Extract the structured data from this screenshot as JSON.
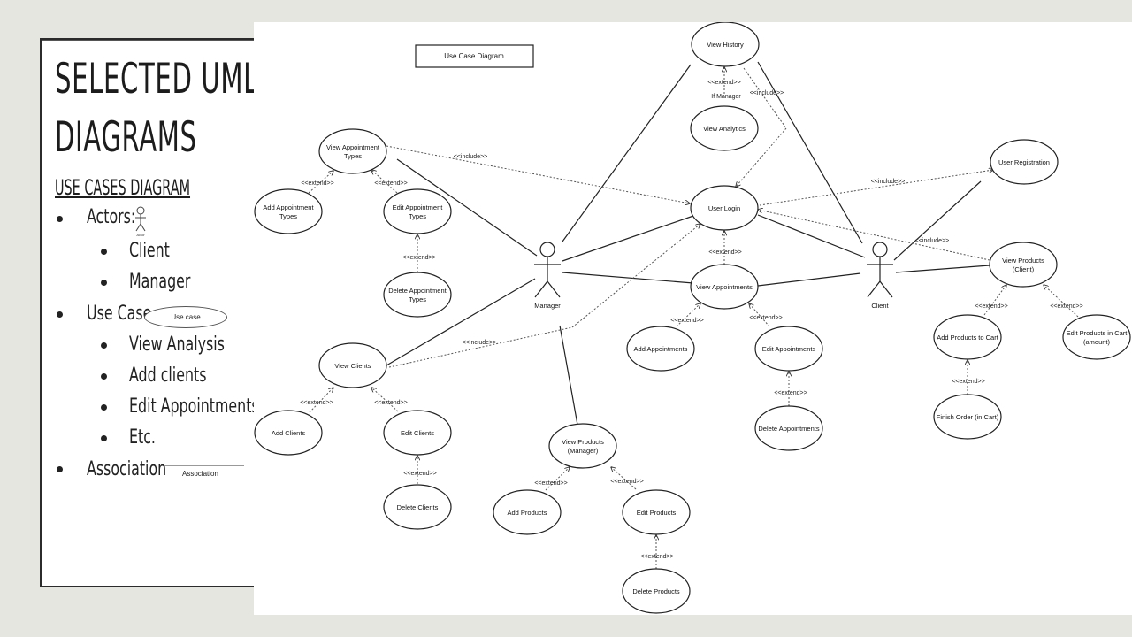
{
  "slide": {
    "title_line1": "Selected UML",
    "title_line2": "Diagrams",
    "subtitle": "Use cases diagram",
    "bullets": {
      "actors": "Actors:",
      "actor_icon_label": "Actor",
      "client": "Client",
      "manager": "Manager",
      "use_case": "Use Case",
      "use_case_shape_label": "Use case",
      "view_analysis": "View Analysis",
      "add_clients": "Add clients",
      "edit_appointments": "Edit Appointments",
      "etc": "Etc.",
      "association": "Association",
      "association_label": "Association"
    }
  },
  "diagram": {
    "title": "Use Case Diagram",
    "actors": {
      "manager": "Manager",
      "client": "Client"
    },
    "use_cases": {
      "view_history": "View History",
      "view_analytics": "View Analytics",
      "view_appointment_types": [
        "View Appointment",
        "Types"
      ],
      "add_appointment_types": [
        "Add Appointment",
        "Types"
      ],
      "edit_appointment_types": [
        "Edit Appointment",
        "Types"
      ],
      "delete_appointment_types": [
        "Delete Appointment",
        "Types"
      ],
      "user_login": "User Login",
      "user_registration": "User Registration",
      "view_appointments": "View Appointments",
      "add_appointments": "Add Appointments",
      "edit_appointments": "Edit Appointments",
      "delete_appointments": "Delete Appointments",
      "view_products_client": [
        "View Products",
        "(Client)"
      ],
      "add_products_to_cart": "Add Products to Cart",
      "edit_products_in_cart": [
        "Edit Products in Cart",
        "(amount)"
      ],
      "finish_order": "Finish Order (in Cart)",
      "view_clients": "View Clients",
      "add_clients": "Add Clients",
      "edit_clients": "Edit Clients",
      "delete_clients": "Delete Clients",
      "view_products_manager": [
        "View Products",
        "(Manager)"
      ],
      "add_products": "Add Products",
      "edit_products": "Edit Products",
      "delete_products": "Delete Products"
    },
    "labels": {
      "extend": "<<extend>>",
      "include": "<<include>>",
      "if_manager": "If Manager"
    }
  }
}
